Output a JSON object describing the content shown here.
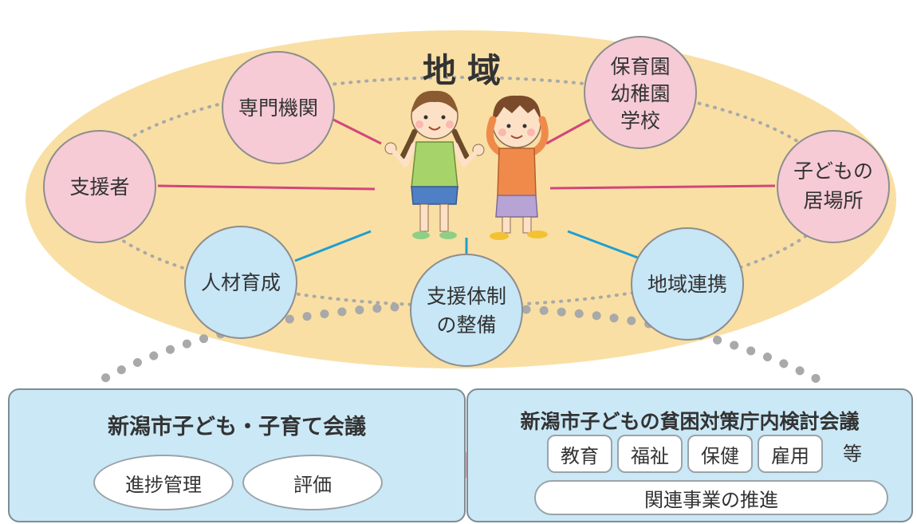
{
  "region": {
    "title": "地域"
  },
  "nodes": {
    "specialist": "専門機関",
    "supporter": "支援者",
    "school": [
      "保育園",
      "幼稚園",
      "学校"
    ],
    "place": [
      "子どもの",
      "居場所"
    ],
    "hr": "人材育成",
    "system": [
      "支援体制",
      "の整備"
    ],
    "cooperation": "地域連携"
  },
  "colors": {
    "field": "#f9dfa4",
    "pink_node": "#f6cbd6",
    "blue_node": "#c7e6f6",
    "pink_line": "#d2467c",
    "blue_line": "#1e9fd0",
    "arrow": "#f2aab2",
    "panel": "#cbe8f6"
  },
  "left_panel": {
    "title": "新潟市子ども・子育て会議",
    "items": [
      "進捗管理",
      "評価"
    ]
  },
  "right_panel": {
    "title": "新潟市子どもの貧困対策庁内検討会議",
    "tags": [
      "教育",
      "福祉",
      "保健",
      "雇用"
    ],
    "etc": "等",
    "promotion": "関連事業の推進"
  }
}
